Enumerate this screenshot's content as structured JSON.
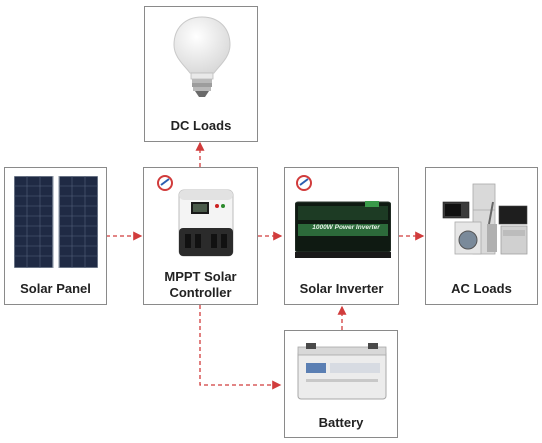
{
  "nodes": {
    "dc_loads": {
      "label": "DC Loads"
    },
    "solar_panel": {
      "label": "Solar Panel"
    },
    "mppt": {
      "label_line1": "MPPT Solar",
      "label_line2": "Controller"
    },
    "inverter": {
      "label": "Solar Inverter",
      "device_text": "1000W  Power  Inverter"
    },
    "ac_loads": {
      "label": "AC Loads"
    },
    "battery": {
      "label": "Battery"
    }
  },
  "colors": {
    "connector": "#d13c3c",
    "border": "#8a8a8a"
  },
  "icons": {
    "dc_loads": "light-bulb-icon",
    "solar_panel": "solar-panel-icon",
    "mppt": "charge-controller-icon",
    "inverter": "power-inverter-icon",
    "ac_loads": "home-appliances-icon",
    "battery": "battery-icon",
    "brand": "brand-logo-icon"
  }
}
